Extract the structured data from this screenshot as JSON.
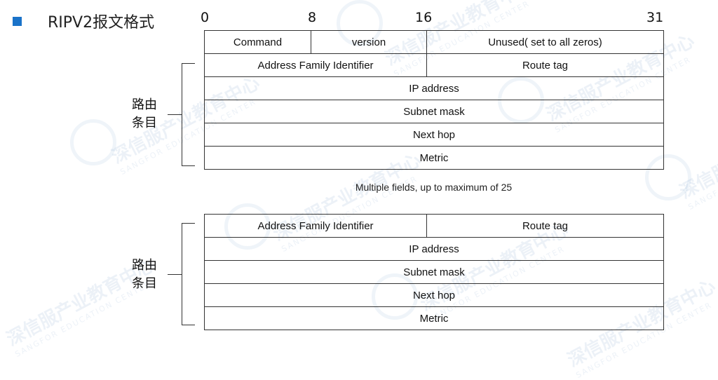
{
  "title": "RIPV2报文格式",
  "bit_markers": [
    "0",
    "8",
    "16",
    "31"
  ],
  "header_row": [
    "Command",
    "version",
    "Unused( set to all zeros)"
  ],
  "entry_label_line1": "路由",
  "entry_label_line2": "条目",
  "entry1": {
    "row_afi": [
      "Address Family Identifier",
      "Route tag"
    ],
    "rows": [
      "IP address",
      "Subnet mask",
      "Next hop",
      "Metric"
    ]
  },
  "note": "Multiple fields, up to maximum of 25",
  "entry2": {
    "row_afi": [
      "Address Family Identifier",
      "Route tag"
    ],
    "rows": [
      "IP address",
      "Subnet mask",
      "Next hop",
      "Metric"
    ]
  },
  "watermark": {
    "cn": "深信服产业教育中心",
    "en": "SANGFOR EDUCATION CENTER"
  },
  "colors": {
    "accent": "#1a73c9",
    "border": "#333333"
  }
}
